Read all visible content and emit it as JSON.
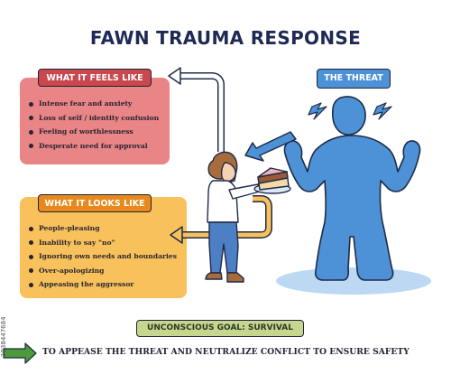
{
  "title": "FAWN TRAUMA RESPONSE",
  "feels": {
    "header": "WHAT IT FEELS LIKE",
    "items": [
      "Intense fear and anxiety",
      "Loss of self / identity confusion",
      "Feeling of worthlessness",
      "Desperate need for approval"
    ]
  },
  "looks": {
    "header": "WHAT IT LOOKS LIKE",
    "items": [
      "People-pleasing",
      "Inability to say \"no\"",
      "Ignoring own needs and boundaries",
      "Over-apologizing",
      "Appeasing the aggressor"
    ]
  },
  "threat": {
    "label": "THE THREAT"
  },
  "goal": {
    "label": "UNCONSCIOUS GOAL: SURVIVAL",
    "statement": "TO APPEASE THE THREAT AND NEUTRALIZE CONFLICT TO ENSURE SAFETY"
  },
  "stock_id": "1938447684",
  "colors": {
    "feels_panel": "#e98487",
    "feels_header": "#c9484d",
    "looks_panel": "#f8c15b",
    "looks_header": "#e8891c",
    "threat": "#4d92d6",
    "goal": "#c6d68f",
    "arrow_green": "#4c9a3a"
  }
}
